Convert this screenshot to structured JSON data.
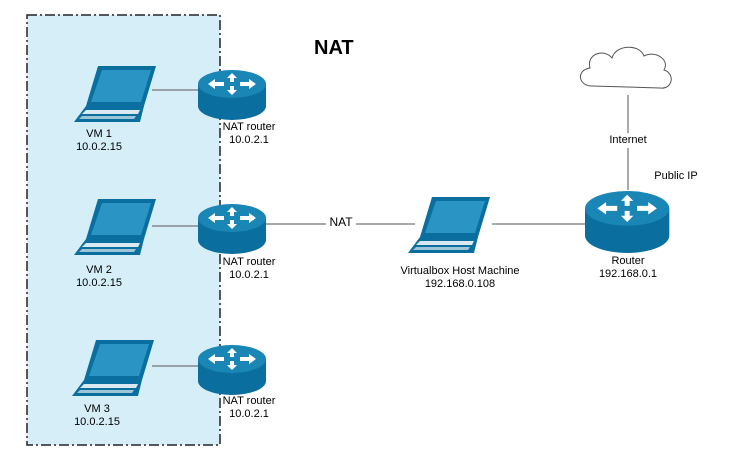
{
  "title": "NAT",
  "vms": [
    {
      "name": "VM 1",
      "ip": "10.0.2.15"
    },
    {
      "name": "VM 2",
      "ip": "10.0.2.15"
    },
    {
      "name": "VM 3",
      "ip": "10.0.2.15"
    }
  ],
  "nat_routers": [
    {
      "name": "NAT router",
      "ip": "10.0.2.1"
    },
    {
      "name": "NAT router",
      "ip": "10.0.2.1"
    },
    {
      "name": "NAT router",
      "ip": "10.0.2.1"
    }
  ],
  "nat_link_label": "NAT",
  "host": {
    "name": "Virtualbox Host Machine",
    "ip": "192.168.0.108"
  },
  "router": {
    "name": "Router",
    "ip": "192.168.0.1"
  },
  "internet_label": "Internet",
  "public_ip_label": "Public IP",
  "colors": {
    "vm_zone_fill": "#d6eef8",
    "router_body": "#0a6e9e",
    "router_top": "#1a86b6",
    "laptop": "#0a6e9e",
    "screen": "#1b82b2"
  }
}
